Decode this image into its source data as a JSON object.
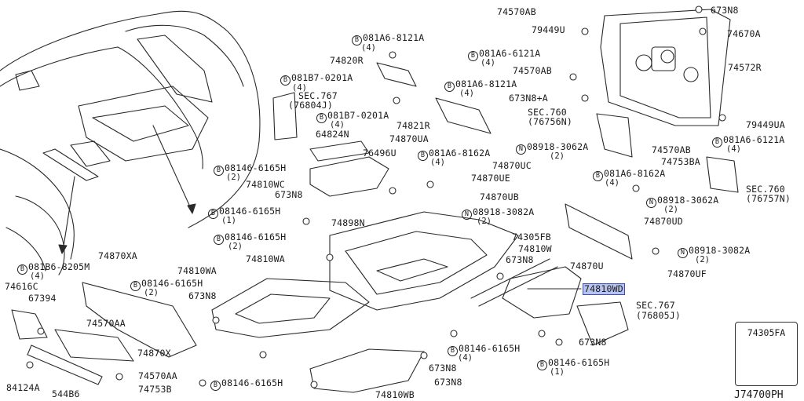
{
  "diagram_labels": {
    "p74570AB_top": "74570AB",
    "p673N8_top": "673N8",
    "p79449U": "79449U",
    "p74670A": "74670A",
    "p081A6_8121A_top": "081A6-8121A",
    "qty_4_a": "(4)",
    "p081A6_6121A_a": "081A6-6121A",
    "qty_4_b": "(4)",
    "p74820R": "74820R",
    "p74570AB_mid": "74570AB",
    "p74572R": "74572R",
    "p081B7_0201A_a": "081B7-0201A",
    "qty_4_c": "(4)",
    "p081A6_8121A_mid": "081A6-8121A",
    "qty_4_d": "(4)",
    "p673N8A": "673N8+A",
    "sec767_top": "SEC.767",
    "sec767_top_code": "(76804J)",
    "p081B7_0201A_b": "081B7-0201A",
    "qty_4_e": "(4)",
    "p74821R": "74821R",
    "sec760_top": "SEC.760",
    "sec760_top_code": "(76756N)",
    "p79449UA": "79449UA",
    "p64824N": "64824N",
    "p74870UA": "74870UA",
    "p74570AB_right": "74570AB",
    "p081A6_6121A_b": "081A6-6121A",
    "qty_4_f": "(4)",
    "p76496U": "76496U",
    "p081A6_8162A_a": "081A6-8162A",
    "qty_4_g": "(4)",
    "p08918_3062A_a": "08918-3062A",
    "qty_2_a": "(2)",
    "p74753BA": "74753BA",
    "p08146_6165H_a": "08146-6165H",
    "qty_2_b": "(2)",
    "p74870UC": "74870UC",
    "p081A6_8162A_b": "081A6-8162A",
    "qty_4_h": "(4)",
    "p74810WC": "74810WC",
    "p74870UE": "74870UE",
    "sec760_right": "SEC.760",
    "sec760_right_code": "(76757N)",
    "p673N8_b": "673N8",
    "p74870UB": "74870UB",
    "p08918_3062A_b": "08918-3062A",
    "qty_2_c": "(2)",
    "p08146_6165H_b": "08146-6165H",
    "qty_1_a": "(1)",
    "p08918_3082A_a": "08918-3082A",
    "qty_2_d": "(2)",
    "p74898N": "74898N",
    "p74870UD": "74870UD",
    "p74305FB": "74305FB",
    "p08146_6165H_c": "08146-6165H",
    "qty_2_e": "(2)",
    "p74810W": "74810W",
    "p08918_3082A_b": "08918-3082A",
    "qty_2_f": "(2)",
    "p74870U": "74870U",
    "p74810WA_a": "74810WA",
    "p673N8_c": "673N8",
    "p081B6_8205M": "081B6-8205M",
    "qty_4_i": "(4)",
    "p74870XA": "74870XA",
    "p74870UF": "74870UF",
    "p74810WA_b": "74810WA",
    "p74616C": "74616C",
    "p67394": "67394",
    "p08146_6165H_d": "08146-6165H",
    "qty_2_g": "(2)",
    "p74810WD": "74810WD",
    "p673N8_d": "673N8",
    "p74570AA": "74570AA",
    "sec767_right": "SEC.767",
    "sec767_right_code": "(76805J)",
    "p74870X": "74870X",
    "p673N8_e": "673N8",
    "p08146_6165H_e": "08146-6165H",
    "qty_4_j": "(4)",
    "p08146_6165H_f": "08146-6165H",
    "qty_1_b": "(1)",
    "p74570AA_b": "74570AA",
    "p673N8_f": "673N8",
    "p84124A": "84124A",
    "p544B6": "544B6",
    "p74753B": "74753B",
    "p08146_6165H_g": "08146-6165H",
    "p673N8_g": "673N8",
    "p74810WB": "74810WB",
    "bolt_marker": "B",
    "nut_marker": "N"
  },
  "inset": {
    "title": "74305FA"
  },
  "ref_code": "J74700PH",
  "highlight_color": "#b8c4ef"
}
